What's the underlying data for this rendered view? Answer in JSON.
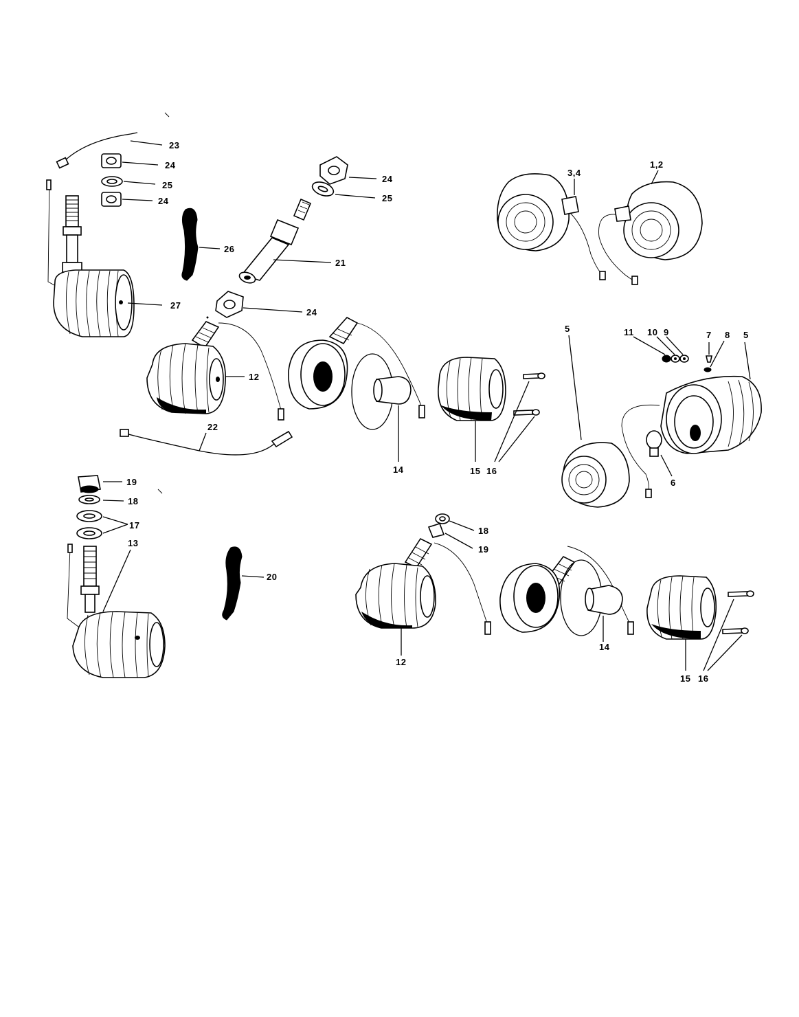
{
  "callouts": {
    "c23": "23",
    "c24a": "24",
    "c25a": "25",
    "c24b": "24",
    "c26": "26",
    "c27": "27",
    "c24c": "24",
    "c25b": "25",
    "c21": "21",
    "c24d": "24",
    "c34": "3,4",
    "c12t": "1,2",
    "c12a": "12",
    "c22": "22",
    "c14a": "14",
    "c15a": "15",
    "c16a": "16",
    "c5a": "5",
    "c11": "11",
    "c10": "10",
    "c9": "9",
    "c7": "7",
    "c8": "8",
    "c5b": "5",
    "c6": "6",
    "c19a": "19",
    "c18a": "18",
    "c17": "17",
    "c13": "13",
    "c20": "20",
    "c18b": "18",
    "c19b": "19",
    "c12b": "12",
    "c14b": "14",
    "c15b": "15",
    "c16b": "16"
  }
}
